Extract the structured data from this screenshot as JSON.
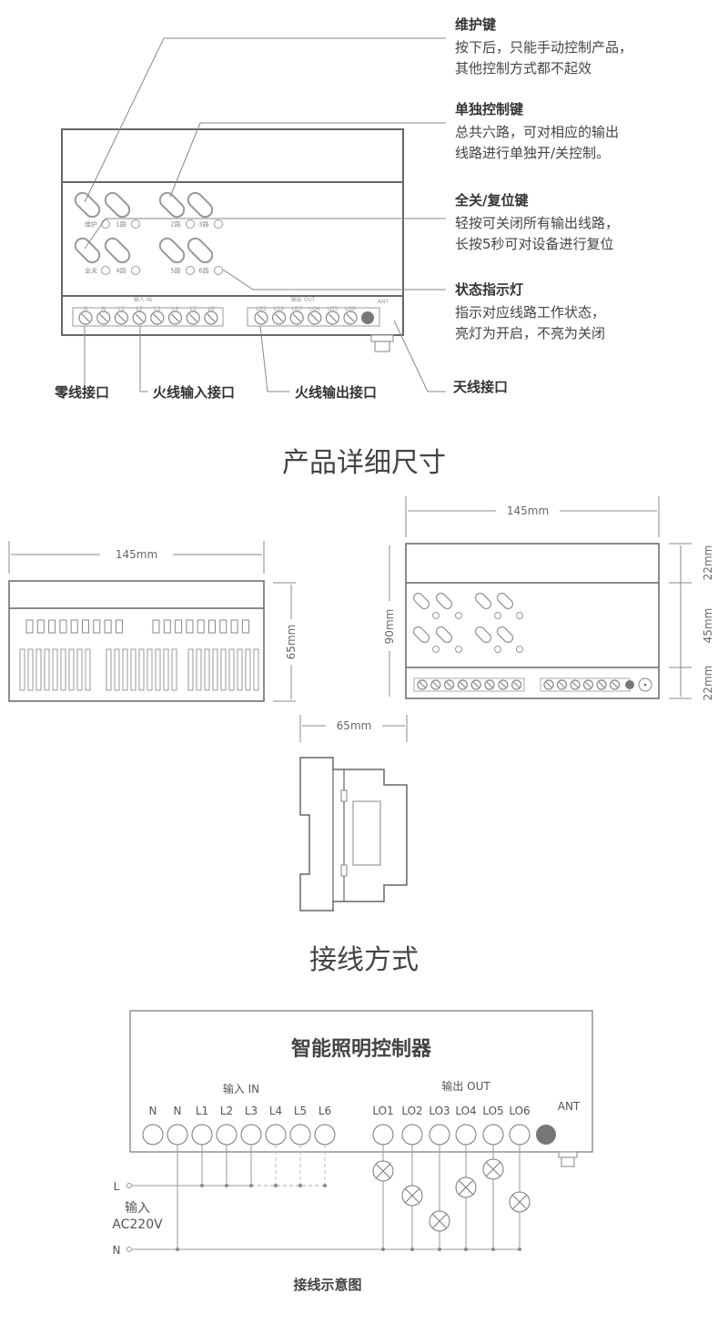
{
  "callouts": [
    {
      "title": "维护键",
      "lines": [
        "按下后，只能手动控制产品，",
        "其他控制方式都不起效"
      ]
    },
    {
      "title": "单独控制键",
      "lines": [
        "总共六路，可对相应的输出",
        "线路进行单独开/关控制。"
      ]
    },
    {
      "title": "全关/复位键",
      "lines": [
        "轻按可关闭所有输出线路，",
        "长按5秒可对设备进行复位"
      ]
    },
    {
      "title": "状态指示灯",
      "lines": [
        "指示对应线路工作状态，",
        "亮灯为开启，不亮为关闭"
      ]
    }
  ],
  "bottom_callouts": [
    "零线接口",
    "火线输入接口",
    "火线输出接口",
    "天线接口"
  ],
  "device": {
    "button_labels": [
      "维护",
      "1路",
      "2路",
      "3路",
      "全关",
      "4路",
      "5路",
      "6路"
    ],
    "input_header": "输入 IN",
    "output_header": "输出 OUT",
    "ant": "ANT",
    "inputs": [
      "N",
      "N",
      "L1",
      "L2",
      "L3",
      "L4",
      "L5",
      "L6"
    ],
    "outputs": [
      "LO1",
      "LO2",
      "LO3",
      "LO4",
      "LO5",
      "LO6"
    ]
  },
  "dimensions": {
    "title": "产品详细尺寸",
    "width": "145mm",
    "depth": "65mm",
    "height": "90mm",
    "top": "22mm",
    "middle": "45mm",
    "bottom": "22mm"
  },
  "wiring": {
    "title": "接线方式",
    "controller": "智能照明控制器",
    "input_header": "输入 IN",
    "output_header": "输出 OUT",
    "ant": "ANT",
    "inputs": [
      "N",
      "N",
      "L1",
      "L2",
      "L3",
      "L4",
      "L5",
      "L6"
    ],
    "outputs": [
      "LO1",
      "LO2",
      "LO3",
      "LO4",
      "LO5",
      "LO6"
    ],
    "l_label": "L",
    "n_label": "N",
    "supply_1": "输入",
    "supply_2": "AC220V",
    "caption": "接线示意图"
  }
}
